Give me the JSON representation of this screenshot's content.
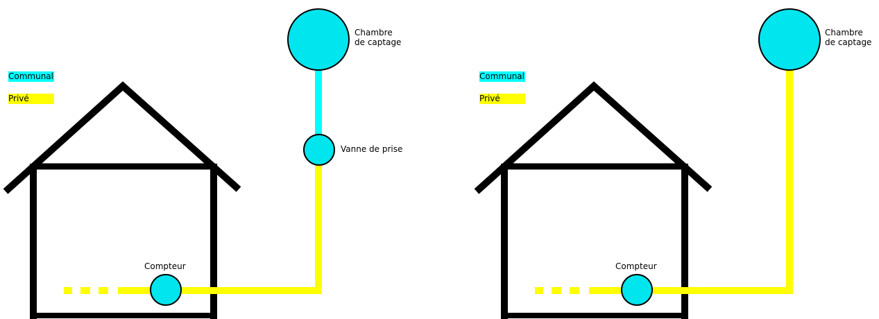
{
  "colors": {
    "communal": "#00FFFF",
    "communal_node": "#00E5EE",
    "prive": "#FFFF00",
    "house": "#000000",
    "background": "#FFFFFF"
  },
  "diagrams": [
    {
      "legend": {
        "communal": "Communal",
        "prive": "Privé"
      },
      "nodes": {
        "chambre": {
          "line1": "Chambre",
          "line2": "de captage"
        },
        "vanne": "Vanne de prise",
        "compteur": "Compteur"
      }
    },
    {
      "legend": {
        "communal": "Communal",
        "prive": "Privé"
      },
      "nodes": {
        "chambre": {
          "line1": "Chambre",
          "line2": "de captage"
        },
        "compteur": "Compteur"
      }
    }
  ]
}
